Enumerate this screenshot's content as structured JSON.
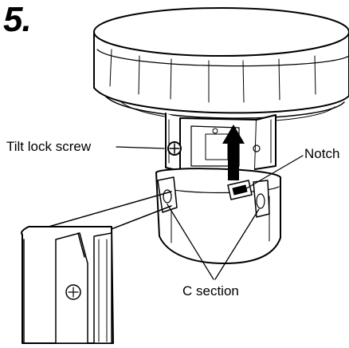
{
  "step": {
    "number": "5."
  },
  "labels": {
    "tilt_lock_screw": "Tilt lock screw",
    "notch": "Notch",
    "c_section": "C section"
  },
  "colors": {
    "line": "#000000",
    "fill": "#ffffff",
    "arrow": "#000000"
  },
  "icons": {
    "direction_arrow": "arrow-up-icon",
    "screw": "screw-icon"
  }
}
